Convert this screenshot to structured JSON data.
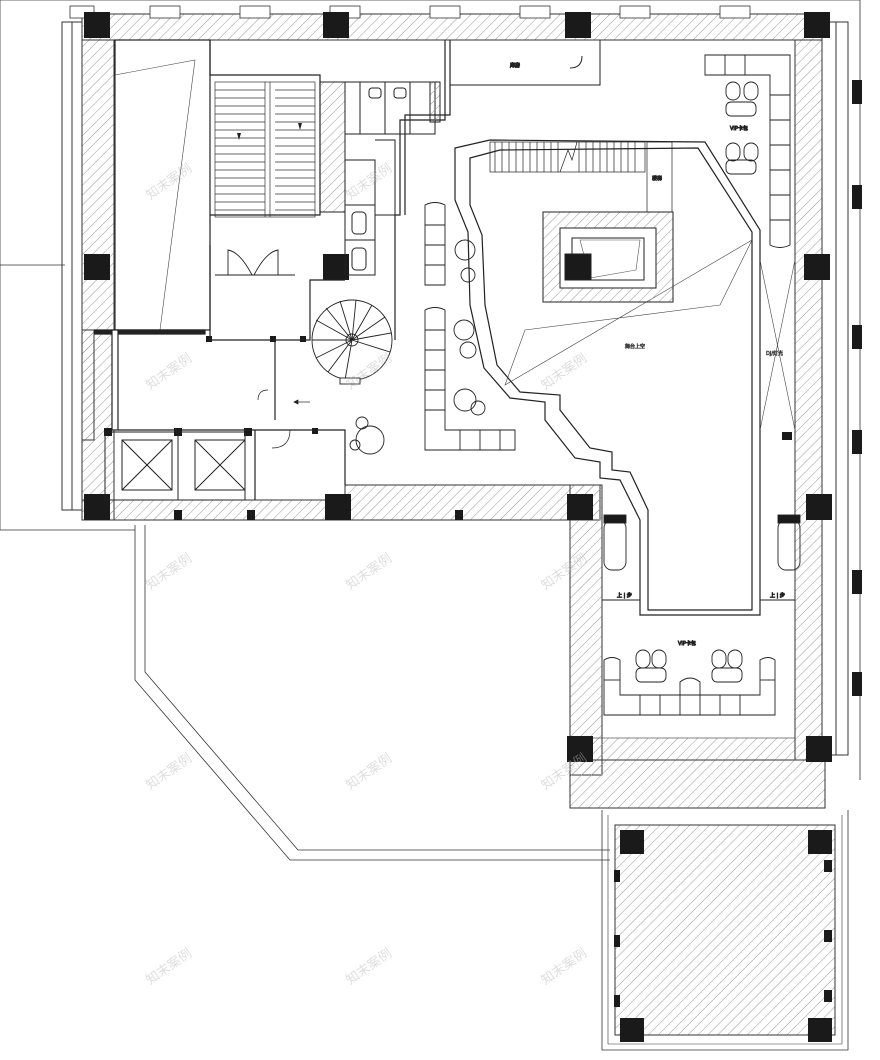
{
  "labels": {
    "storage": "库房",
    "vip_top": "VIP卡包",
    "vip_bottom": "VIP卡包",
    "stage_void": "舞台上空",
    "dj_light": "DJ/灯光",
    "upstairs": "楼梯",
    "step_left": "上 | 步",
    "step_right": "上 | 步"
  },
  "watermark": "知末案例",
  "colors": {
    "line": "#222222",
    "column": "#1a1a1a",
    "hatch": "#9a9a9a",
    "background": "#ffffff"
  }
}
